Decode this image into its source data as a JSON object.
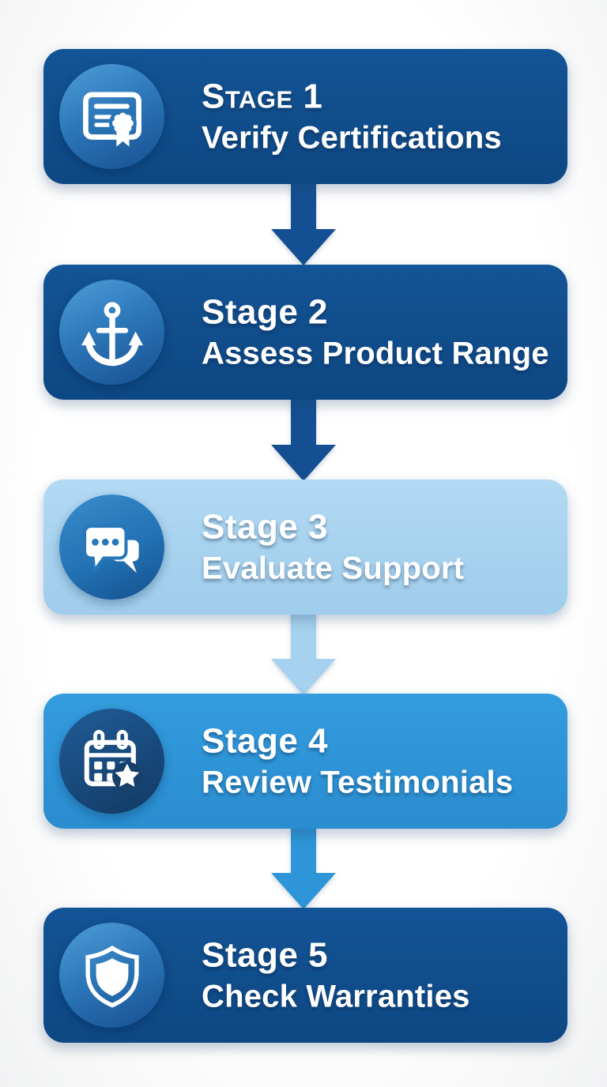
{
  "diagram": {
    "type": "vertical-flowchart",
    "stage_count": 5,
    "colors": {
      "dark_box": "#114f8e",
      "light_box": "#a9d4f0",
      "medium_box": "#2f96d9",
      "arrow_dark": "#134f92",
      "arrow_light": "#a6d2ef",
      "arrow_medium": "#2e96d8",
      "text": "#ffffff",
      "background": "#ffffff"
    }
  },
  "stages": [
    {
      "title": "Stage 1",
      "subtitle": "Verify Certifications",
      "icon": "certificate-icon",
      "variant": "dark"
    },
    {
      "title": "Stage 2",
      "subtitle": "Assess Product Range",
      "icon": "anchor-icon",
      "variant": "dark"
    },
    {
      "title": "Stage 3",
      "subtitle": "Evaluate Support",
      "icon": "chat-bubbles-icon",
      "variant": "light"
    },
    {
      "title": "Stage 4",
      "subtitle": "Review Testimonials",
      "icon": "calendar-star-icon",
      "variant": "medium"
    },
    {
      "title": "Stage 5",
      "subtitle": "Check Warranties",
      "icon": "shield-icon",
      "variant": "dark"
    }
  ],
  "arrows": [
    {
      "name": "arrow-1",
      "variant": "dark"
    },
    {
      "name": "arrow-2",
      "variant": "dark"
    },
    {
      "name": "arrow-3",
      "variant": "light"
    },
    {
      "name": "arrow-4",
      "variant": "medium"
    }
  ]
}
